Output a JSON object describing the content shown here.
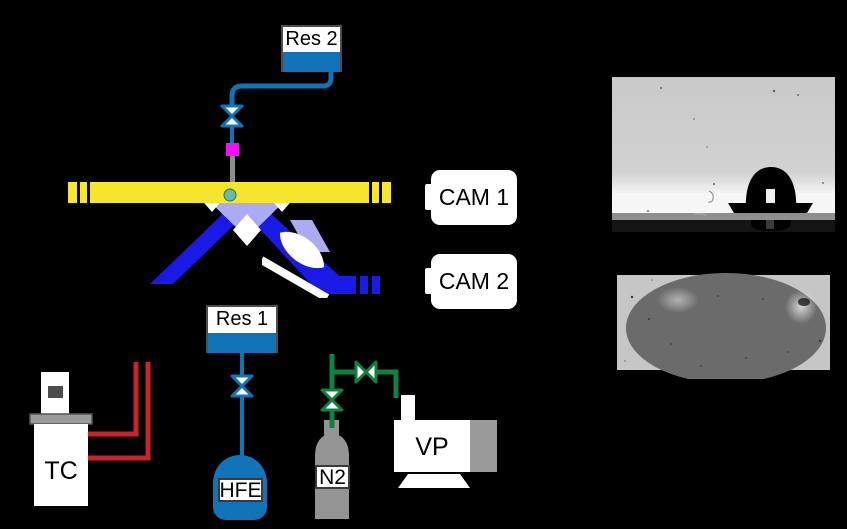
{
  "diagram": {
    "title": "Experimental setup schematic: evaporating droplet on heated stage with dual-camera imaging",
    "background_color": "#000000"
  },
  "colors": {
    "reservoir_blue": "#1173b8",
    "tube_blue": "#1173b8",
    "beam_blue": "#1a1ae6",
    "beam_overlap": "#aaaaf5",
    "beam_core_white": "#ffffff",
    "stage_yellow": "#f5e62d",
    "gas_green": "#0f8040",
    "wire_red": "#cc2229",
    "needle_gray": "#8c8c8c",
    "cylinder_gray": "#949494",
    "connector_magenta": "#f20ff2",
    "droplet_teal": "#62bdaa",
    "instrument_white": "#ffffff",
    "instrument_gray": "#9a9a9a"
  },
  "components": {
    "reservoir_2": {
      "label": "Res 2",
      "name": "reservoir-2"
    },
    "reservoir_1": {
      "label": "Res 1",
      "name": "reservoir-1"
    },
    "camera_1": {
      "label": "CAM 1",
      "name": "camera-1"
    },
    "camera_2": {
      "label": "CAM 2",
      "name": "camera-2"
    },
    "temperature_controller": {
      "label": "TC",
      "name": "temperature-controller"
    },
    "hfe_bottle": {
      "label": "HFE",
      "name": "hfe-liquid-bottle"
    },
    "nitrogen_cylinder": {
      "label": "N2",
      "name": "nitrogen-gas-cylinder"
    },
    "vacuum_pump": {
      "label": "VP",
      "name": "vacuum-pump"
    },
    "heated_stage": {
      "name": "heated-stage",
      "description": "yellow horizontal heated stage bar"
    },
    "droplet": {
      "name": "droplet-on-stage",
      "description": "teal sessile droplet at stage center"
    },
    "needle": {
      "name": "dispensing-needle",
      "description": "gray needle below magenta fitting"
    }
  },
  "valves": [
    {
      "name": "valve-res2-line",
      "orientation": "vertical",
      "color": "#1173b8"
    },
    {
      "name": "valve-res1-line",
      "orientation": "vertical",
      "color": "#1173b8"
    },
    {
      "name": "valve-n2-line",
      "orientation": "vertical",
      "color": "#0f8040"
    },
    {
      "name": "valve-vacuum-line",
      "orientation": "horizontal",
      "color": "#0f8040"
    }
  ],
  "optics": {
    "incident_beam": "blue illumination beam entering from lower-left",
    "reflected_beam": "blue beam reflected toward lower-right detector",
    "lens": "white lenticular lens on outgoing beam",
    "beam_stop": "segmented blue detector block at beam end"
  },
  "photos": [
    {
      "name": "side-view-droplet-photo",
      "view": "side view (CAM 1)",
      "description": "grayscale side silhouette of sessile droplet on substrate with reflection"
    },
    {
      "name": "top-view-droplet-photo",
      "view": "top view (CAM 2)",
      "description": "grayscale top view of droplet showing elliptical contact area"
    }
  ]
}
